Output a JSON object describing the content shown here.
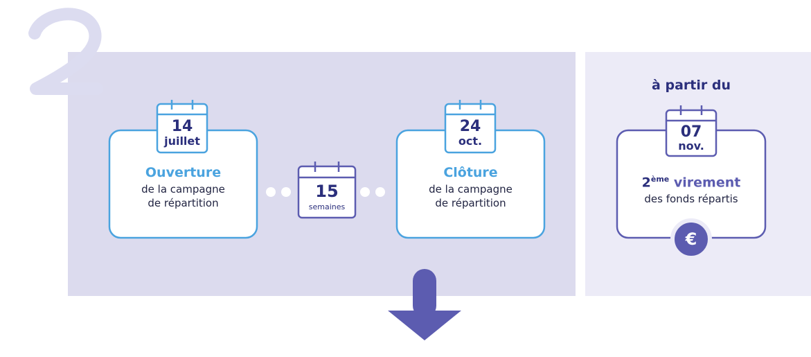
{
  "step_number": "2",
  "colors": {
    "panel_left": "#dcdbee",
    "panel_right": "#ecebf7",
    "blue": "#4aa3df",
    "navy": "#2b2f7c",
    "purple": "#5c5cb0",
    "outline": "#dcdcf0"
  },
  "opening": {
    "day": "14",
    "month": "juillet",
    "title": "Ouverture",
    "line1": "de la campagne",
    "line2": "de répartition"
  },
  "duration": {
    "number": "15",
    "unit": "semaines"
  },
  "closing": {
    "day": "24",
    "month": "oct.",
    "title": "Clôture",
    "line1": "de la campagne",
    "line2": "de répartition"
  },
  "transfer": {
    "heading": "à partir du",
    "day": "07",
    "month": "nov.",
    "ordinal": "2",
    "ordinal_suffix": "ème",
    "title": "virement",
    "line1": "des fonds répartis",
    "currency_symbol": "€"
  }
}
